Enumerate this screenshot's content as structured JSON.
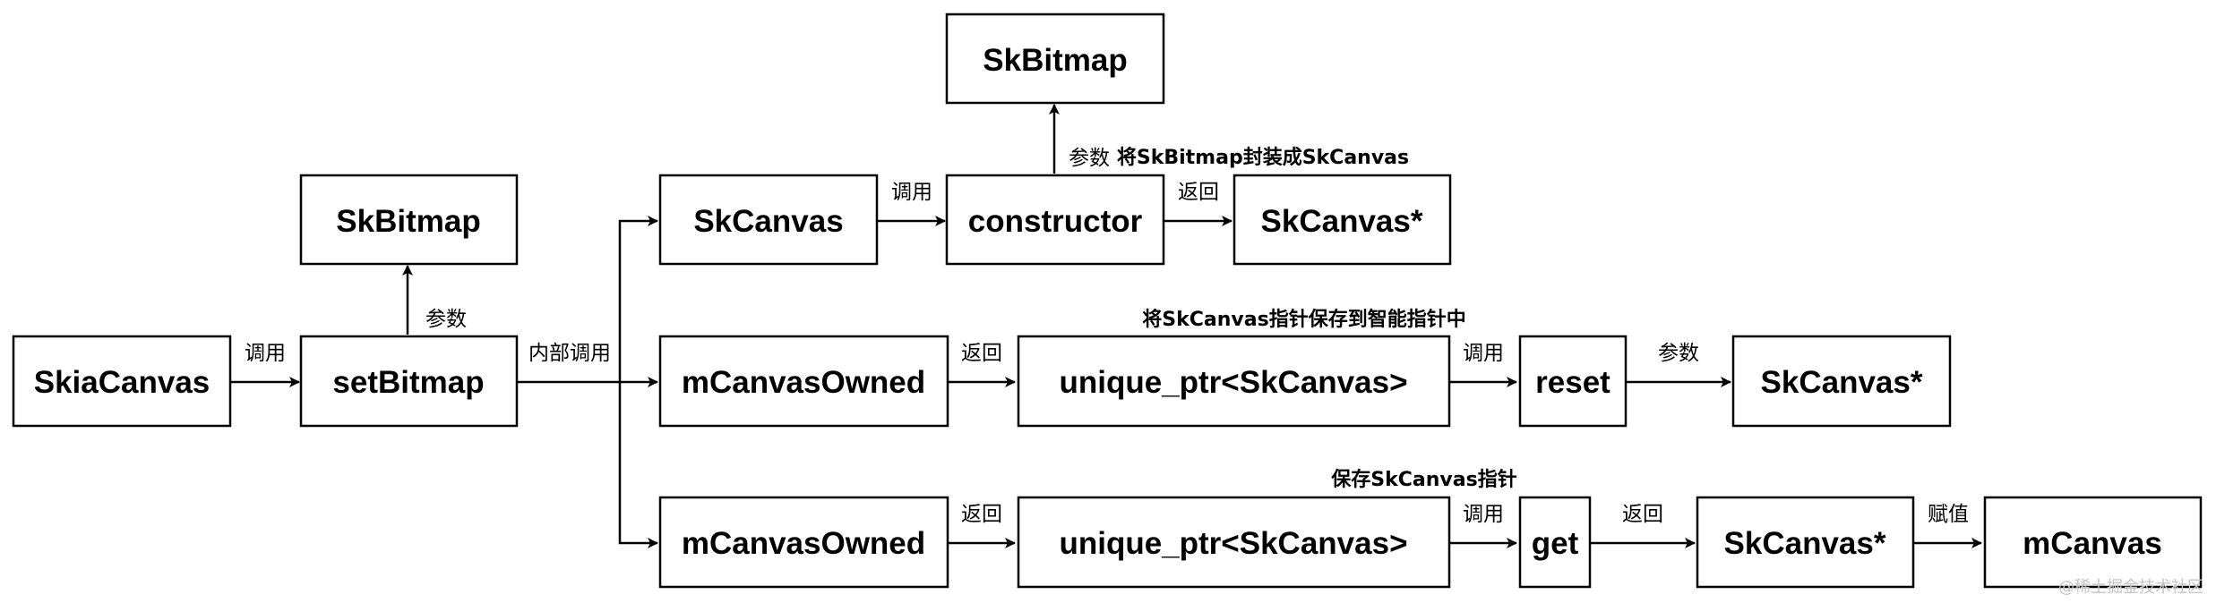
{
  "nodes": {
    "skiacanvas": "SkiaCanvas",
    "setbitmap": "setBitmap",
    "skbitmap_param": "SkBitmap",
    "skcanvas": "SkCanvas",
    "constructor": "constructor",
    "skbitmap_top": "SkBitmap",
    "skcanvas_ptr_1": "SkCanvas*",
    "mcanvasowned_1": "mCanvasOwned",
    "unique_ptr_1": "unique_ptr<SkCanvas>",
    "reset": "reset",
    "skcanvas_ptr_2": "SkCanvas*",
    "mcanvasowned_2": "mCanvasOwned",
    "unique_ptr_2": "unique_ptr<SkCanvas>",
    "get": "get",
    "skcanvas_ptr_3": "SkCanvas*",
    "mcanvas": "mCanvas"
  },
  "edge_labels": {
    "skiacanvas_setbitmap": "调用",
    "setbitmap_skbitmap": "参数",
    "setbitmap_branch": "内部调用",
    "skcanvas_constructor": "调用",
    "constructor_skbitmap": "参数",
    "constructor_skcanvasptr": "返回",
    "mcanvasowned1_uniqueptr1": "返回",
    "uniqueptr1_reset": "调用",
    "reset_skcanvasptr2": "参数",
    "mcanvasowned2_uniqueptr2": "返回",
    "uniqueptr2_get": "调用",
    "get_skcanvasptr3": "返回",
    "skcanvasptr3_mcanvas": "赋值"
  },
  "notes": {
    "wrap_note": "将SkBitmap封装成SkCanvas",
    "smart_ptr_note": "将SkCanvas指针保存到智能指针中",
    "save_ptr_note": "保存SkCanvas指针"
  },
  "watermark": "@稀土掘金技术社区"
}
